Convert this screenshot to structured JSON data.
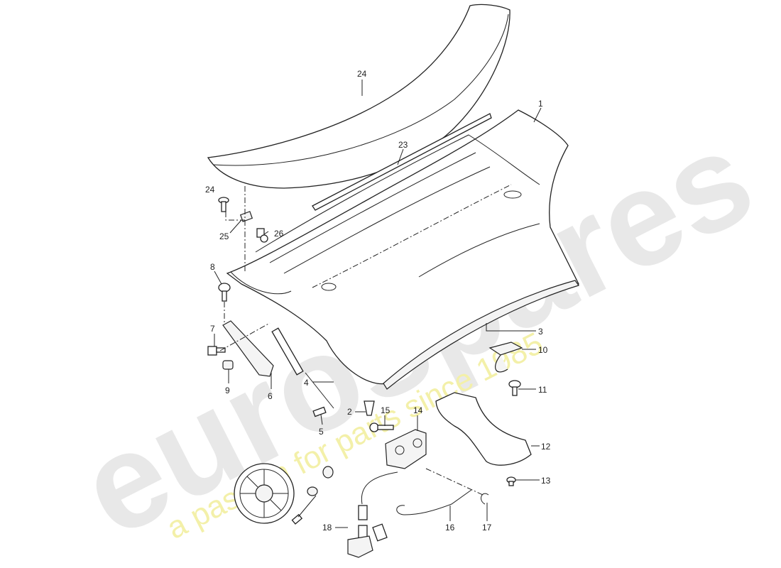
{
  "watermark": {
    "brand": "eurospares",
    "tagline": "a passion for parts since 1985",
    "brand_color": "#e6e6e6",
    "tagline_color": "#f2efa0"
  },
  "callouts": {
    "spoiler": "24",
    "deck_lid": "1",
    "seal_strip": "23",
    "screw_top": "24",
    "clip": "25",
    "bolt_26": "26",
    "bolt_8": "8",
    "bolt_7": "7",
    "cap_9": "9",
    "hinge_6": "6",
    "gas_strut": "4",
    "seal_3": "3",
    "bracket_10": "10",
    "screw_11": "11",
    "buffer_2": "2",
    "ball_stud_5": "5",
    "bolt_15": "15",
    "lock_14": "14",
    "air_duct_12": "12",
    "screw_13": "13",
    "cable_16": "16",
    "clip_17": "17",
    "release_18": "18"
  }
}
